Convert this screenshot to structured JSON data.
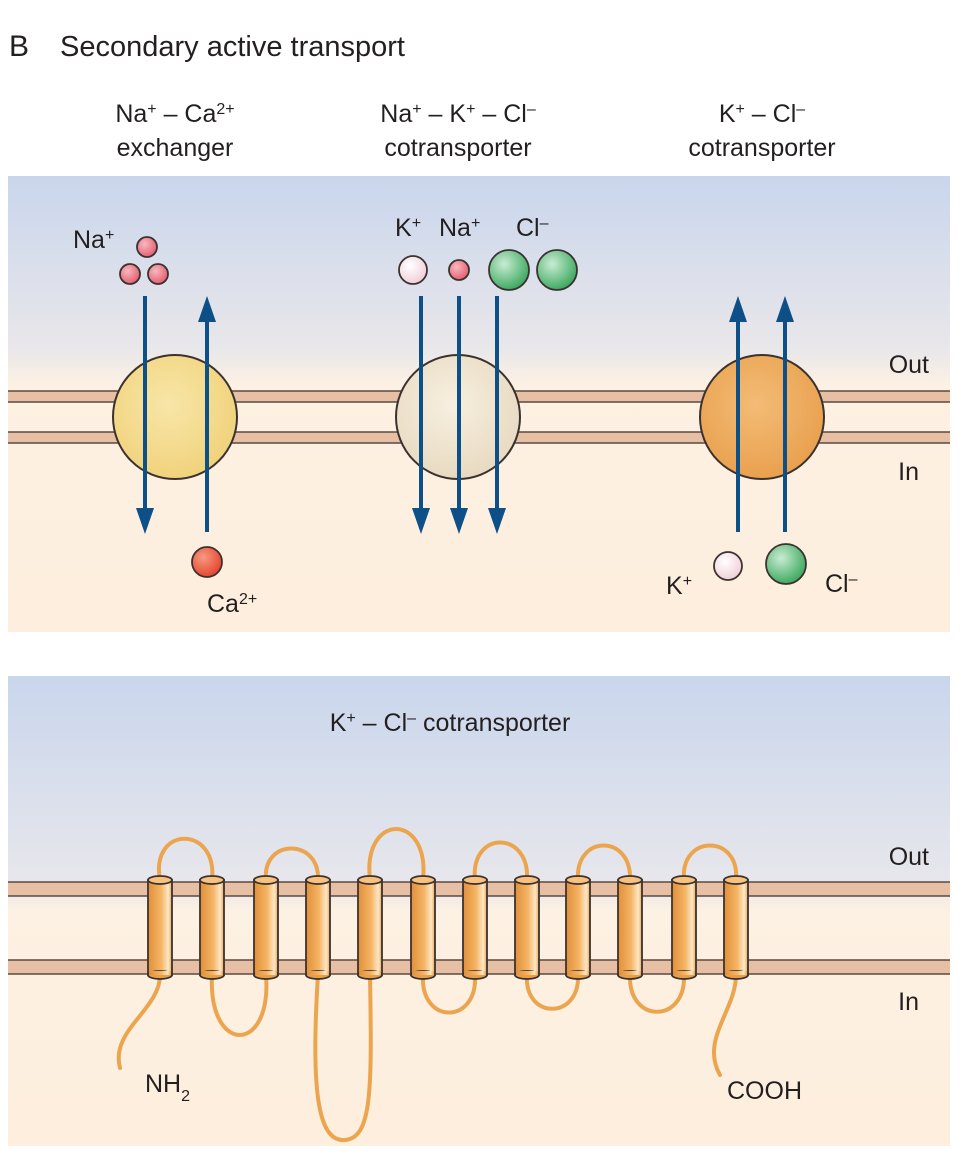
{
  "panel": {
    "letter": "B",
    "title": "Secondary active transport"
  },
  "top_panel": {
    "transporters": [
      {
        "name_line1": {
          "parts": [
            {
              "t": "Na"
            },
            {
              "t": "+",
              "sup": true
            },
            {
              "t": " – Ca"
            },
            {
              "t": "2+",
              "sup": true
            }
          ]
        },
        "name_line2": "exchanger",
        "ion_labels": [
          {
            "parts": [
              {
                "t": "Na"
              },
              {
                "t": "+",
                "sup": true
              }
            ]
          },
          {
            "parts": [
              {
                "t": "Ca"
              },
              {
                "t": "2+",
                "sup": true
              }
            ]
          }
        ]
      },
      {
        "name_line1": {
          "parts": [
            {
              "t": "Na"
            },
            {
              "t": "+",
              "sup": true
            },
            {
              "t": " – K"
            },
            {
              "t": "+",
              "sup": true
            },
            {
              "t": " – Cl"
            },
            {
              "t": "–",
              "sup": true
            }
          ]
        },
        "name_line2": "cotransporter",
        "ion_labels": [
          {
            "parts": [
              {
                "t": "K"
              },
              {
                "t": "+",
                "sup": true
              }
            ]
          },
          {
            "parts": [
              {
                "t": "Na"
              },
              {
                "t": "+",
                "sup": true
              }
            ]
          },
          {
            "parts": [
              {
                "t": "Cl"
              },
              {
                "t": "–",
                "sup": true
              }
            ]
          }
        ]
      },
      {
        "name_line1": {
          "parts": [
            {
              "t": "K"
            },
            {
              "t": "+",
              "sup": true
            },
            {
              "t": " – Cl"
            },
            {
              "t": "–",
              "sup": true
            }
          ]
        },
        "name_line2": "cotransporter",
        "ion_labels": [
          {
            "parts": [
              {
                "t": "K"
              },
              {
                "t": "+",
                "sup": true
              }
            ]
          },
          {
            "parts": [
              {
                "t": "Cl"
              },
              {
                "t": "–",
                "sup": true
              }
            ]
          }
        ]
      }
    ],
    "out_label": "Out",
    "in_label": "In"
  },
  "bottom_panel": {
    "title": {
      "parts": [
        {
          "t": "K"
        },
        {
          "t": "+",
          "sup": true
        },
        {
          "t": " – Cl"
        },
        {
          "t": "–",
          "sup": true
        },
        {
          "t": " cotransporter"
        }
      ]
    },
    "out_label": "Out",
    "in_label": "In",
    "n_terminus": {
      "parts": [
        {
          "t": "NH"
        },
        {
          "t": "2",
          "sub": true
        }
      ]
    },
    "c_terminus": "COOH",
    "transmembrane_segments": 12
  },
  "colors": {
    "extracellular_top": "#c9d6ec",
    "cytoplasm": "#fdeedd",
    "membrane_band": "#e7bfa4",
    "arrow": "#0d4f87",
    "na_ion": "#e35a6b",
    "ca_ion": "#e5402a",
    "k_ion": "#f2d4dc",
    "cl_ion": "#35a55a",
    "exchanger_body": "#f3d98a",
    "nkcc_body": "#eee2cc",
    "kcc_body": "#eca85a",
    "protein_chain": "#eba54f"
  }
}
